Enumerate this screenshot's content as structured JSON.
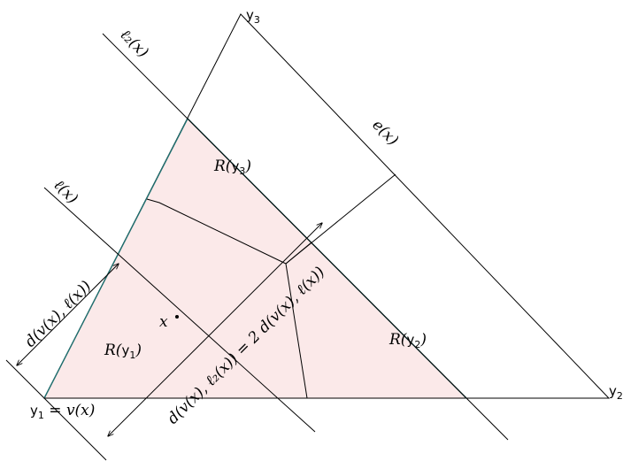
{
  "vertices": {
    "y1": {
      "main": "y",
      "sub": "1",
      "suffix": " = v(x)"
    },
    "y2": {
      "main": "y",
      "sub": "2"
    },
    "y3": {
      "main": "y",
      "sub": "3"
    }
  },
  "regions": {
    "r1": {
      "prefix": "R(",
      "main": "y",
      "sub": "1",
      "suffix": ")"
    },
    "r2": {
      "prefix": "R(",
      "main": "y",
      "sub": "2",
      "suffix": ")"
    },
    "r3": {
      "prefix": "R(",
      "main": "y",
      "sub": "3",
      "suffix": ")"
    }
  },
  "lines": {
    "l2": "ℓ₂(x)",
    "l": "ℓ(x)",
    "e": "e(x)"
  },
  "point_label": "x",
  "distances": {
    "d1": "d(v(x), ℓ(x))",
    "d2": "d(v(x), ℓ₂(x)) = 2 d(v(x), ℓ(x))"
  },
  "colors": {
    "region_fill": "#fbe9e9",
    "boundary_teal": "#1f6f6f"
  }
}
